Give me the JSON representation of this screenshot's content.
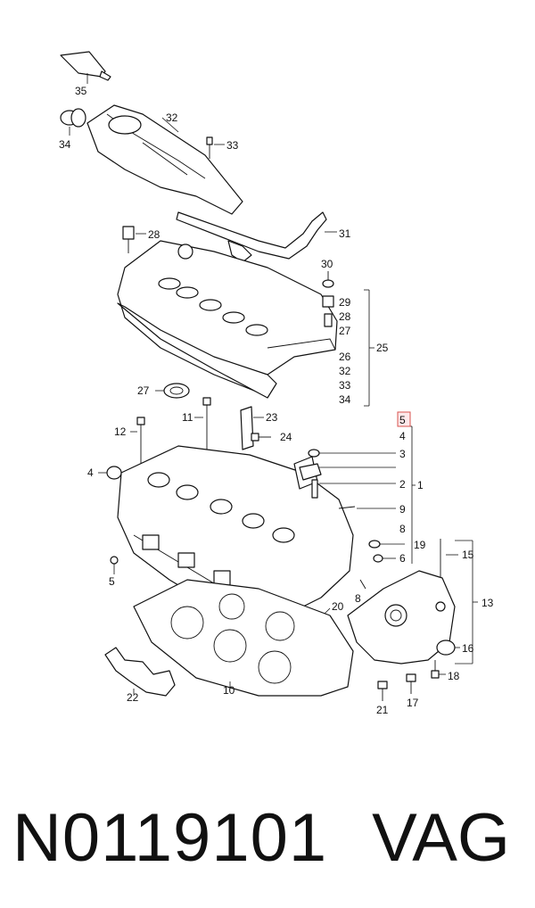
{
  "caption": {
    "part_number": "N0119101",
    "brand": "VAG"
  },
  "highlighted_callout": "5",
  "callouts": [
    "35",
    "34",
    "32",
    "33",
    "28",
    "31",
    "30",
    "29",
    "28",
    "27",
    "25",
    "26",
    "32",
    "33",
    "34",
    "27",
    "5",
    "4",
    "3",
    "2",
    "1",
    "11",
    "23",
    "12",
    "24",
    "4",
    "9",
    "8",
    "19",
    "6",
    "15",
    "5",
    "13",
    "20",
    "8",
    "16",
    "18",
    "22",
    "10",
    "21",
    "17"
  ]
}
